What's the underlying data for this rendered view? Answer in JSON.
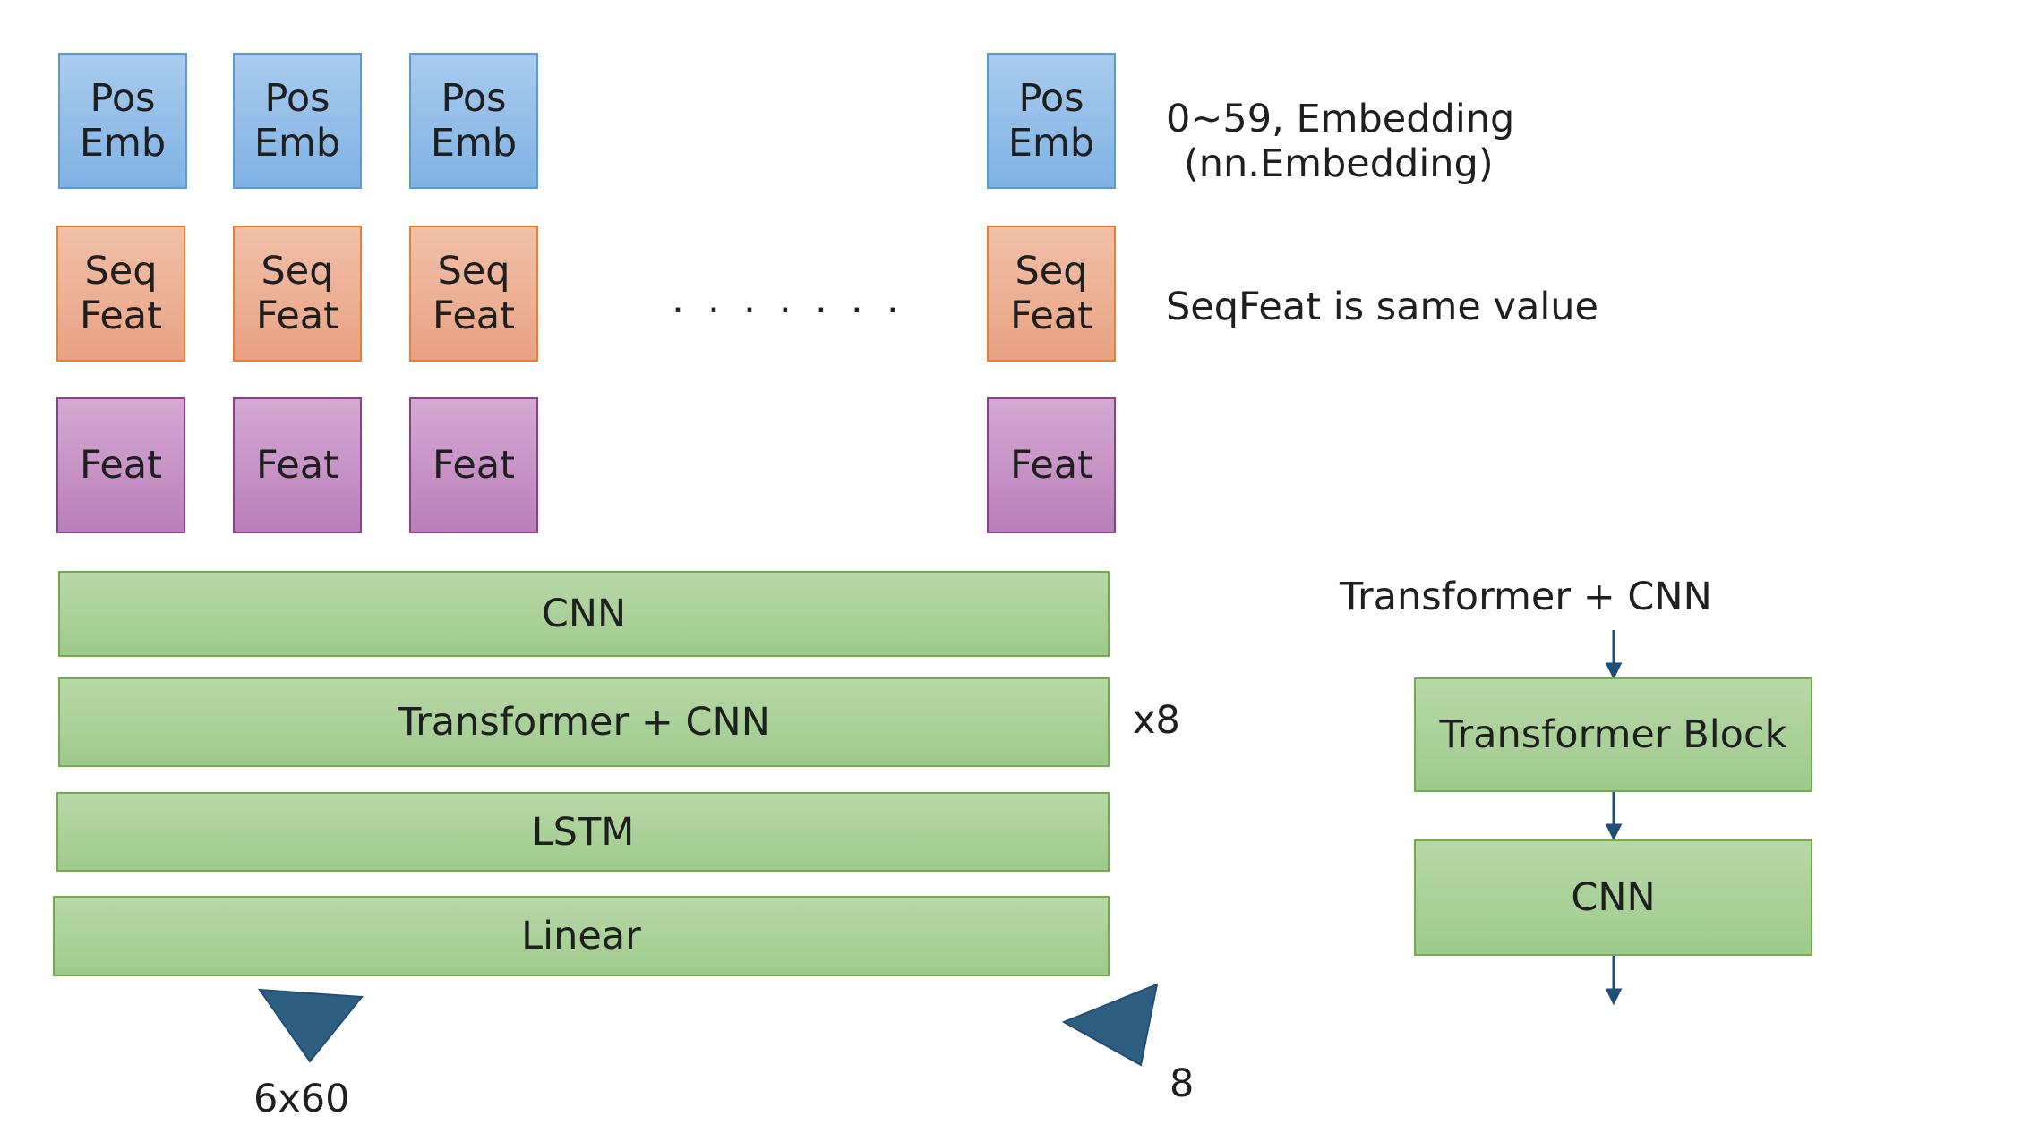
{
  "tokens": [
    {
      "pos": [
        "Pos",
        "Emb"
      ],
      "seq": [
        "Seq",
        "Feat"
      ],
      "feat": "Feat"
    },
    {
      "pos": [
        "Pos",
        "Emb"
      ],
      "seq": [
        "Seq",
        "Feat"
      ],
      "feat": "Feat"
    },
    {
      "pos": [
        "Pos",
        "Emb"
      ],
      "seq": [
        "Seq",
        "Feat"
      ],
      "feat": "Feat"
    },
    {
      "pos": [
        "Pos",
        "Emb"
      ],
      "seq": [
        "Seq",
        "Feat"
      ],
      "feat": "Feat"
    }
  ],
  "ellipsis": ". . . . . . .",
  "notes": {
    "pos_line1": "0~59, Embedding",
    "pos_line2": "(nn.Embedding)",
    "seq": "SeqFeat is same value"
  },
  "layers": {
    "cnn": "CNN",
    "transformer": "Transformer + CNN",
    "lstm": "LSTM",
    "linear": "Linear"
  },
  "repeat": "x8",
  "outputs": {
    "left": "6x60",
    "right": "8"
  },
  "detail": {
    "title": "Transformer + CNN",
    "block1": "Transformer Block",
    "block2": "CNN"
  },
  "colors": {
    "pos_emb": "#7fb2e4",
    "seq_feat": "#e8a283",
    "feat": "#b97fb8",
    "layer": "#a9d18e",
    "arrow": "#1f4e79",
    "output_triangle": "#2e5f80"
  }
}
